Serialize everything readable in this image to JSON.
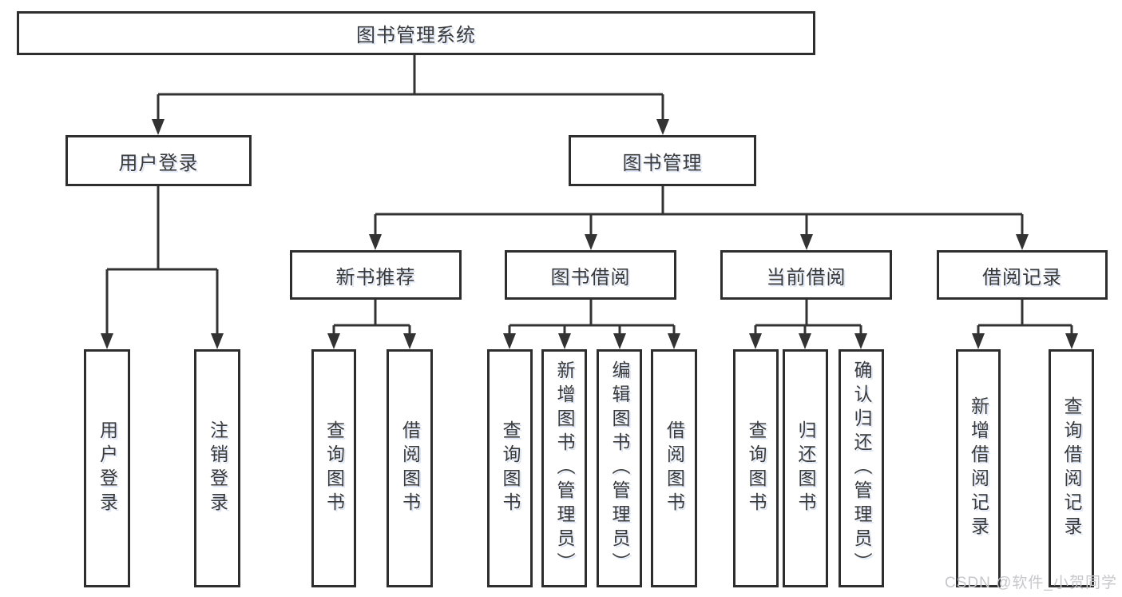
{
  "tree": {
    "root": {
      "label": "图书管理系统",
      "children": [
        {
          "label": "用户登录",
          "children": [
            {
              "label": "用户登录"
            },
            {
              "label": "注销登录"
            }
          ]
        },
        {
          "label": "图书管理",
          "children": [
            {
              "label": "新书推荐",
              "children": [
                {
                  "label": "查询图书"
                },
                {
                  "label": "借阅图书"
                }
              ]
            },
            {
              "label": "图书借阅",
              "children": [
                {
                  "label": "查询图书"
                },
                {
                  "label": "新增图书（管理员）"
                },
                {
                  "label": "编辑图书（管理员）"
                },
                {
                  "label": "借阅图书"
                }
              ]
            },
            {
              "label": "当前借阅",
              "children": [
                {
                  "label": "查询图书"
                },
                {
                  "label": "归还图书"
                },
                {
                  "label": "确认归还（管理员）"
                }
              ]
            },
            {
              "label": "借阅记录",
              "children": [
                {
                  "label": "新增借阅记录"
                },
                {
                  "label": "查询借阅记录"
                }
              ]
            }
          ]
        }
      ]
    }
  },
  "watermark": {
    "text": "CSDN @软件_小贺同学"
  },
  "colors": {
    "border": "#2e2e2e",
    "line": "#333333",
    "text": "#3a3a3a",
    "watermark": "#c7c7cb",
    "background": "#ffffff"
  }
}
